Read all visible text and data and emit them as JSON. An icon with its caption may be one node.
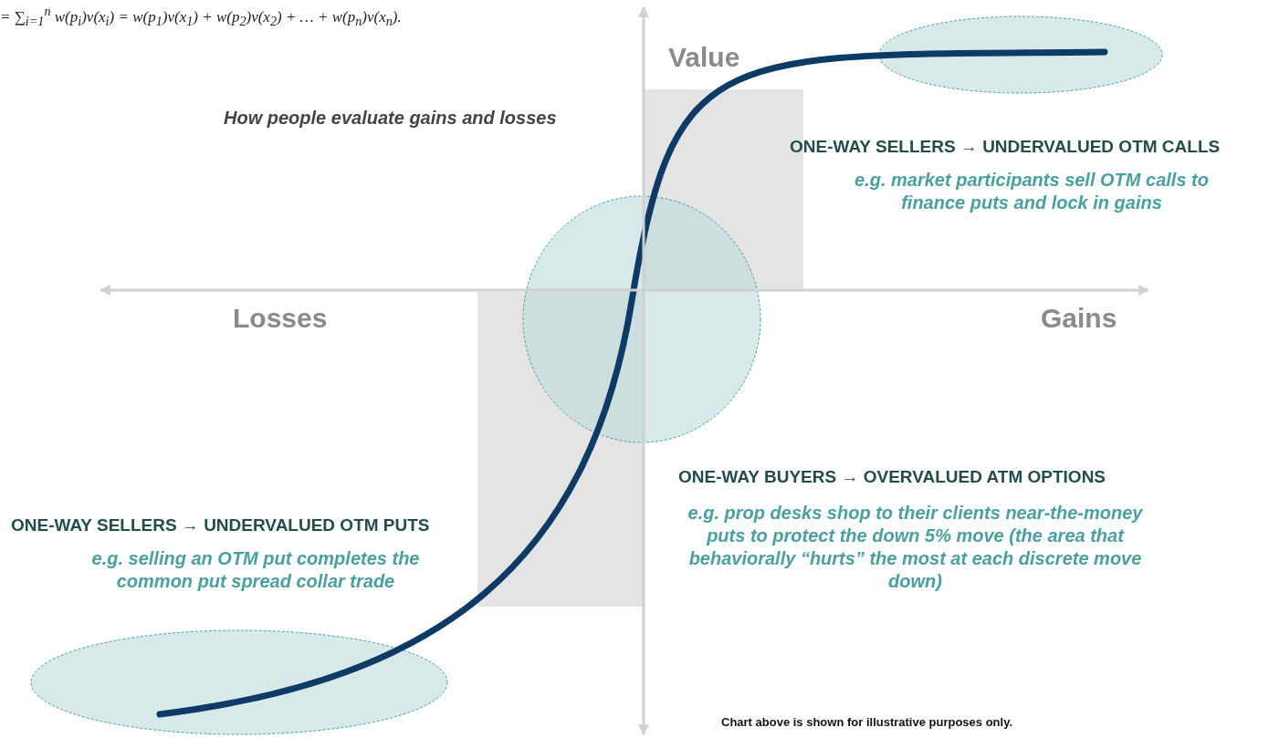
{
  "diagram": {
    "labels": [
      "= ∑$_{i=1}$$^{n}$ w(p$_{i}$)v(x$_{i}$) = w(p$_{1}$)v(x$_{1}$) + w(p$_{2}$)v(x$_{2}$) + … + w(p$_{n}$)v(x$_{n}$).",
      "Value",
      "How people evaluate gains and losses",
      "ONE-WAY SELLERS → UNDERVALUED OTM CALLS",
      "e.g. market participants sell OTM calls to finance puts and lock in gains",
      "Losses",
      "Gains",
      "ONE-WAY BUYERS → OVERVALUED ATM OPTIONS",
      "e.g. prop desks shop to their clients near-the-money puts to protect the down 5% move (the area that behaviorally “hurts” the most at each discrete move down)",
      "ONE-WAY SELLERS → UNDERVALUED OTM PUTS",
      "e.g. selling an OTM put completes the common put spread collar trade",
      "Chart above is shown for illustrative purposes only."
    ]
  }
}
